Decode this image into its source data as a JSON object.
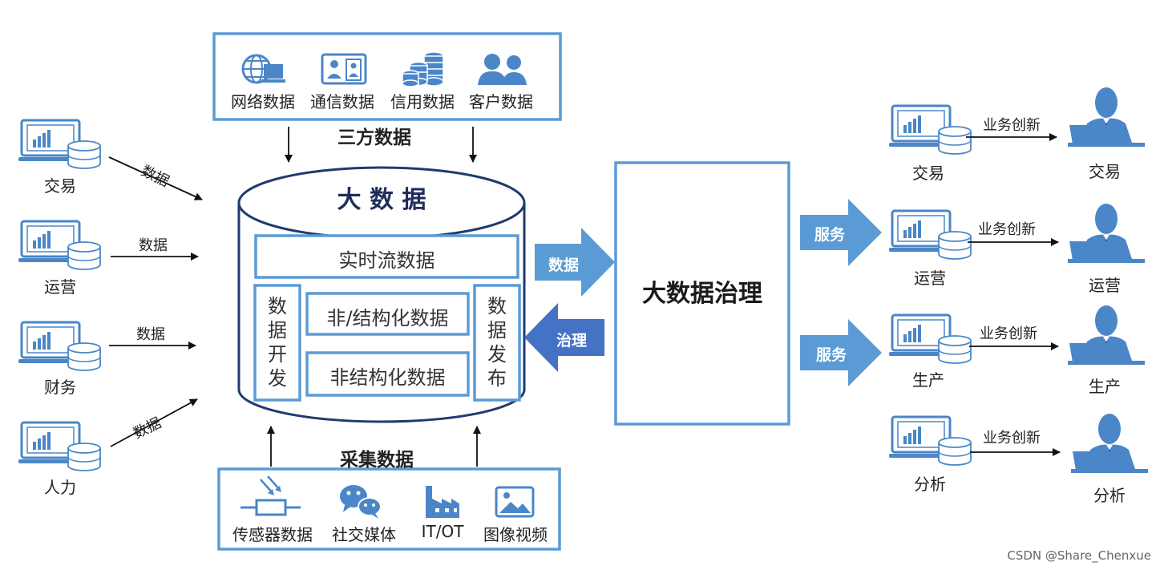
{
  "third_party": {
    "title": "三方数据",
    "items": [
      {
        "label": "网络数据",
        "icon": "globe-computer-icon"
      },
      {
        "label": "通信数据",
        "icon": "contact-card-icon"
      },
      {
        "label": "信用数据",
        "icon": "coin-stack-icon"
      },
      {
        "label": "客户数据",
        "icon": "customers-icon"
      }
    ]
  },
  "collection": {
    "title": "采集数据",
    "items": [
      {
        "label": "传感器数据",
        "icon": "sensor-icon"
      },
      {
        "label": "社交媒体",
        "icon": "wechat-icon"
      },
      {
        "label": "IT/OT",
        "icon": "factory-icon"
      },
      {
        "label": "图像视频",
        "icon": "image-icon"
      }
    ]
  },
  "big_data": {
    "title": "大 数 据",
    "realtime": "实时流数据",
    "structured": "非/结构化数据",
    "unstructured": "非结构化数据",
    "dev": "数据开发",
    "publish": "数据发布"
  },
  "left_sources": [
    {
      "label": "交易",
      "arrow_label": "数据"
    },
    {
      "label": "运营",
      "arrow_label": "数据"
    },
    {
      "label": "财务",
      "arrow_label": "数据"
    },
    {
      "label": "人力",
      "arrow_label": "数据"
    }
  ],
  "flow": {
    "data_label": "数据",
    "govern_label": "治理",
    "service_label_1": "服务",
    "service_label_2": "服务"
  },
  "governance": {
    "title": "大数据治理"
  },
  "right_rows": [
    {
      "system": "交易",
      "arrow_label": "业务创新",
      "user": "交易"
    },
    {
      "system": "运营",
      "arrow_label": "业务创新",
      "user": "运营"
    },
    {
      "system": "生产",
      "arrow_label": "业务创新",
      "user": "生产"
    },
    {
      "system": "分析",
      "arrow_label": "业务创新",
      "user": "分析"
    }
  ],
  "watermark": "CSDN @Share_Chenxue",
  "colors": {
    "box_border": "#5b9bd5",
    "arrow_blue": "#5b9bd5",
    "arrow_dark": "#4472c4",
    "icon_blue": "#4a86c8"
  }
}
